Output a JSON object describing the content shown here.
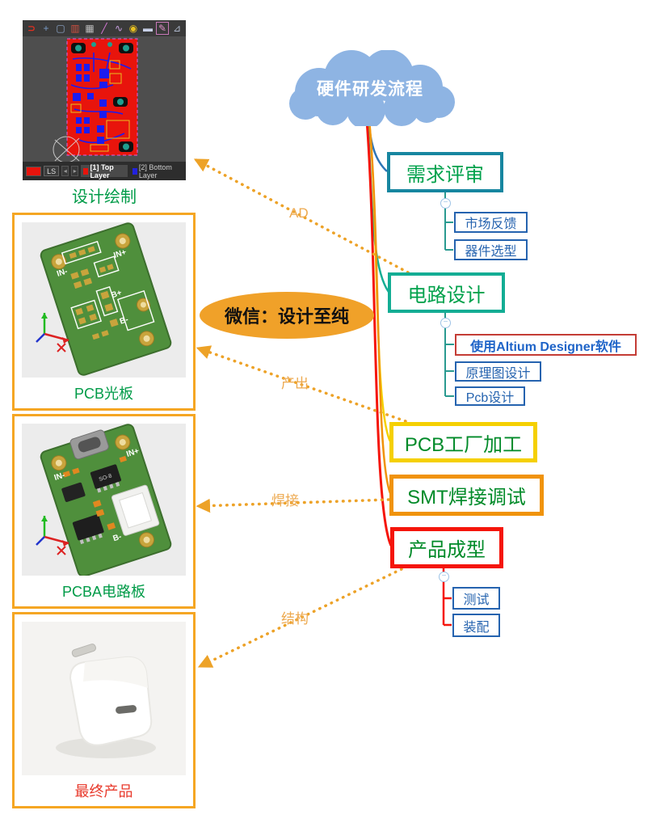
{
  "colors": {
    "cloud_fill": "#8EB4E3",
    "node_green": "#00A14B",
    "node_green_dark": "#008A28",
    "req_border": "#1786A0",
    "circuit_border": "#13AD94",
    "factory_border": "#F5D000",
    "smt_border": "#F0930B",
    "product_border": "#F5150B",
    "sub_blue": "#2563AF",
    "altium_border": "#C43C35",
    "altium_text": "#1F64C8",
    "arrow_orange": "#EDA227",
    "arrow_label": "#EDA94F",
    "ellipse_fill": "#F0A129",
    "image_box_border": "#F5A623",
    "caption_green": "#009B48",
    "caption_red": "#E8392B",
    "line_req": "#2E75B6",
    "collapse_blue": "#9DC3E6"
  },
  "ui": {
    "collapse_glyph": "−"
  },
  "mindmap": {
    "root_label": "硬件研发流程",
    "nodes": {
      "requirements": "需求评审",
      "market": "市场反馈",
      "components": "器件选型",
      "circuit": "电路设计",
      "altium": "使用Altium Designer软件",
      "schematic": "原理图设计",
      "pcb_design": "Pcb设计",
      "factory": "PCB工厂加工",
      "smt": "SMT焊接调试",
      "product": "产品成型",
      "test": "测试",
      "assembly": "装配"
    }
  },
  "arrow_labels": {
    "ad": "AD",
    "output": "产出",
    "solder": "焊接",
    "structure": "结构"
  },
  "watermark": {
    "text": "微信：设计至纯"
  },
  "images": {
    "design": {
      "caption": "设计绘制",
      "toolbar": [
        {
          "name": "magnet-icon",
          "glyph": "⊃"
        },
        {
          "name": "crosshair-icon",
          "glyph": "+"
        },
        {
          "name": "selection-box-icon",
          "glyph": "▢"
        },
        {
          "name": "placement-chart-icon",
          "glyph": "▥"
        },
        {
          "name": "component-icon",
          "glyph": "▦"
        },
        {
          "name": "route-icon",
          "glyph": "╱"
        },
        {
          "name": "wave-icon",
          "glyph": "∿"
        },
        {
          "name": "via-icon",
          "glyph": "◉"
        },
        {
          "name": "pad-icon",
          "glyph": "▬"
        },
        {
          "name": "draw-line-icon",
          "glyph": "✎"
        },
        {
          "name": "measure-icon",
          "glyph": "⊿"
        }
      ],
      "layer_bar": {
        "ls": "LS",
        "prev_glyph": "◂",
        "next_glyph": "▸",
        "top_layer": "[1] Top Layer",
        "bottom_layer": "[2] Bottom Layer"
      }
    },
    "bare_pcb": {
      "caption": "PCB光板",
      "silkscreen": {
        "in_minus": "IN-",
        "in_plus": "IN+",
        "b_plus": "B+",
        "b_minus": "B-"
      }
    },
    "pcba": {
      "caption": "PCBA电路板",
      "silkscreen": {
        "in_minus": "IN-",
        "in_plus": "IN+",
        "b_minus": "B-",
        "ic": "SO-8"
      }
    },
    "final": {
      "caption": "最终产品"
    }
  }
}
